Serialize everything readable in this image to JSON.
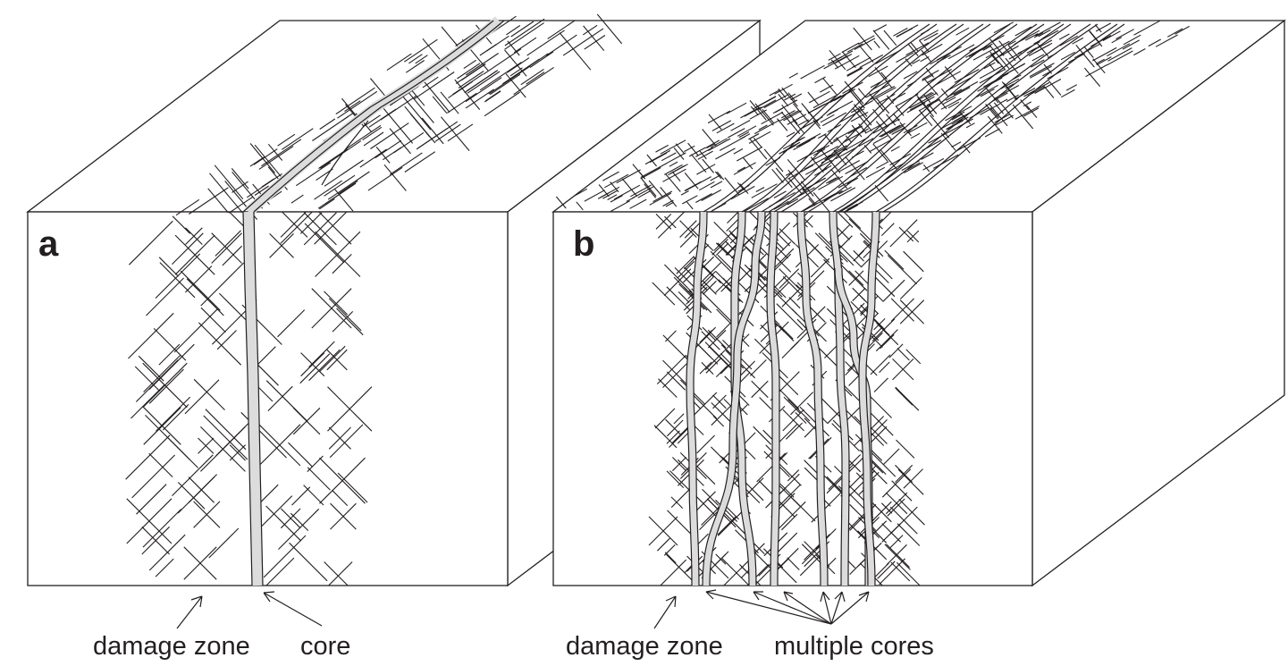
{
  "panels": [
    {
      "letter": "a",
      "labels": {
        "left": "damage zone",
        "right": "core"
      }
    },
    {
      "letter": "b",
      "labels": {
        "left": "damage zone",
        "right": "multiple cores"
      }
    }
  ],
  "colors": {
    "line": "#231f20",
    "core_fill": "#dcdcdc",
    "background": "#ffffff"
  }
}
